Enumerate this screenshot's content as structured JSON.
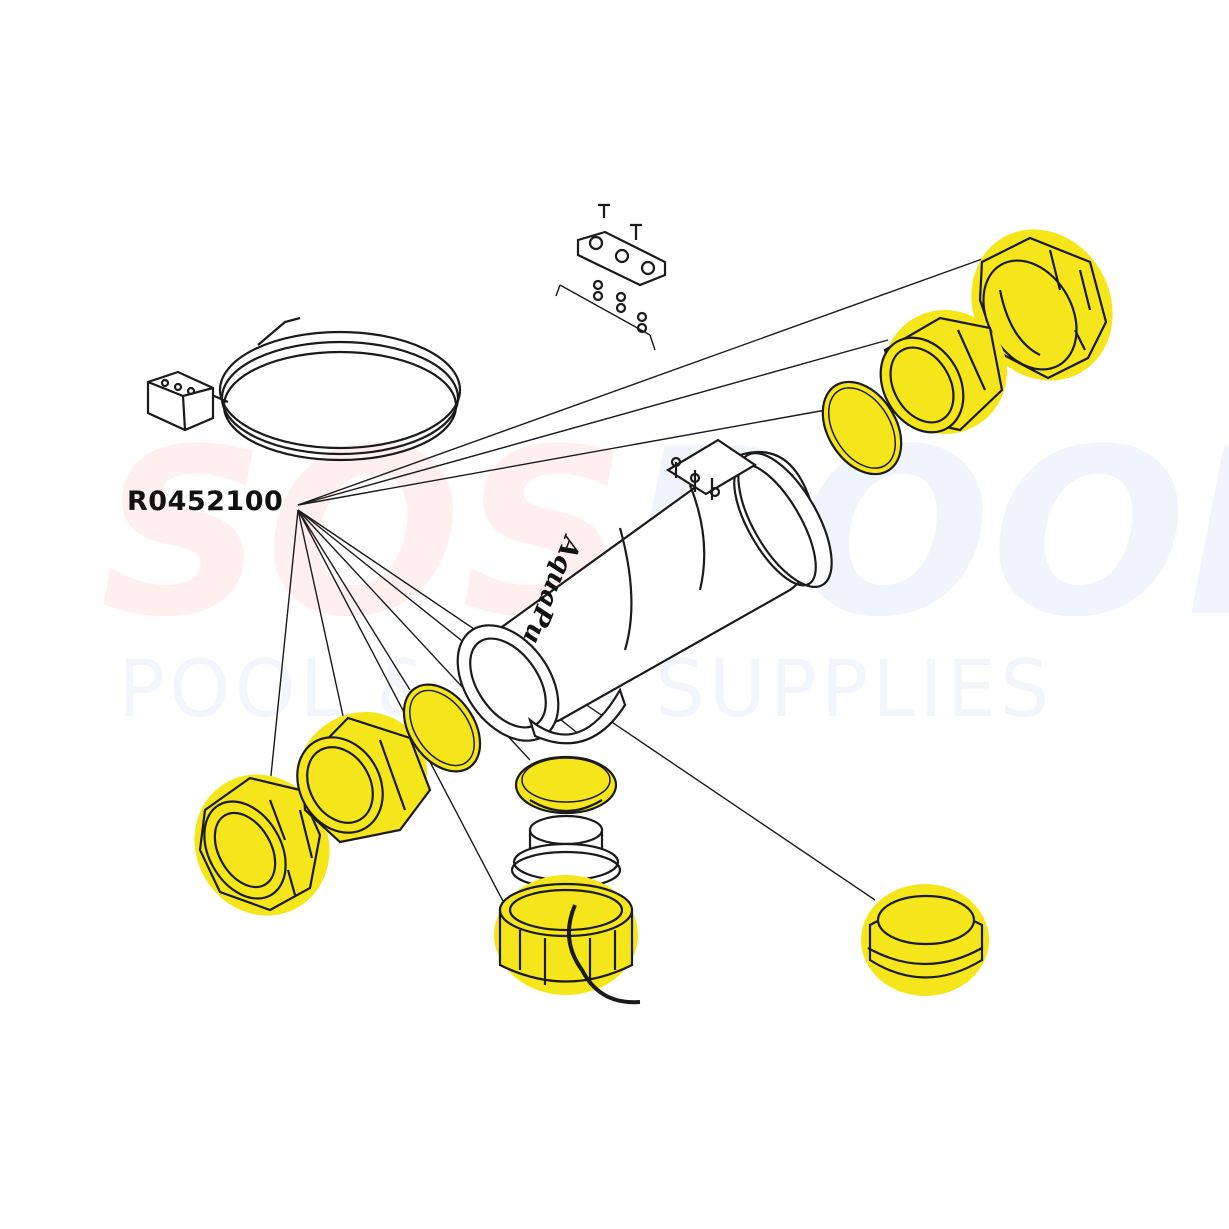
{
  "part_number": "R0452100",
  "watermark": {
    "line1_a": "SOS",
    "line1_b": "POOL",
    "line2": "POOL & SPA SUPPLIES"
  },
  "cell_brand": "AquaPu",
  "colors": {
    "highlight": "#f5e61b",
    "highlight_stroke": "#d4c300",
    "ink": "#1a1a1a",
    "watermark_red": "#ff3b30",
    "watermark_blue": "#3a6fd8"
  },
  "parts": [
    {
      "id": "union-nut-right",
      "highlighted": true
    },
    {
      "id": "union-tailpiece-right",
      "highlighted": true
    },
    {
      "id": "oring-right",
      "highlighted": true
    },
    {
      "id": "union-nut-left",
      "highlighted": true
    },
    {
      "id": "union-tailpiece-left",
      "highlighted": true
    },
    {
      "id": "oring-left",
      "highlighted": true
    },
    {
      "id": "oring-bottom",
      "highlighted": true
    },
    {
      "id": "union-nut-bottom",
      "highlighted": true
    },
    {
      "id": "end-cap",
      "highlighted": true
    },
    {
      "id": "electrode-cell",
      "highlighted": false
    },
    {
      "id": "cable-assembly",
      "highlighted": false
    },
    {
      "id": "terminal-bracket-kit",
      "highlighted": false
    }
  ]
}
